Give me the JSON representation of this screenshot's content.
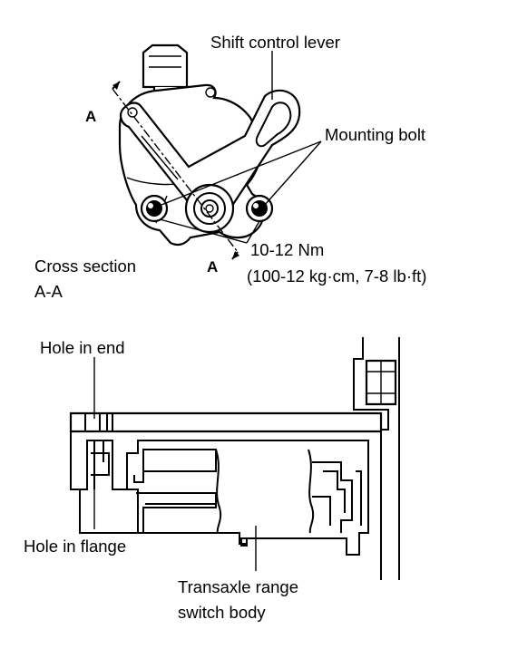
{
  "top_view": {
    "label_shift_lever": "Shift control lever",
    "label_mounting_bolt": "Mounting bolt",
    "label_section_marker": "A",
    "label_torque_metric": "10-12 Nm",
    "label_torque_alt": "(100-12 kg·cm, 7-8 lb·ft)",
    "label_cross_section_1": "Cross section",
    "label_cross_section_2": "A-A"
  },
  "section_view": {
    "label_hole_in_end": "Hole in end",
    "label_hole_in_flange": "Hole in flange",
    "label_switch_body_1": "Transaxle range",
    "label_switch_body_2": "switch body"
  }
}
